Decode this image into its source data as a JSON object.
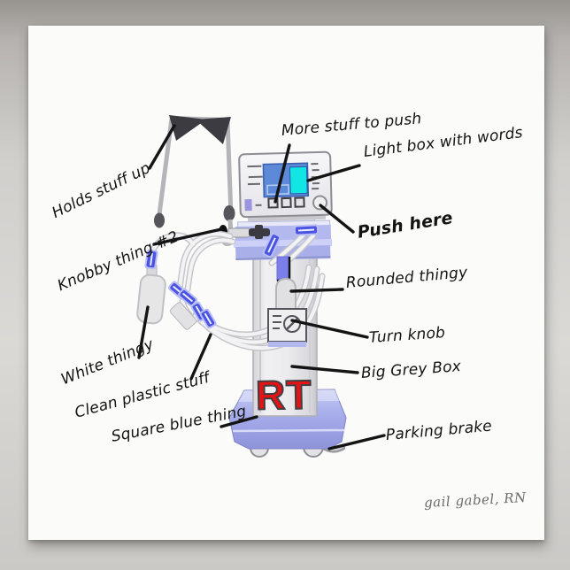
{
  "poster": {
    "labels": {
      "holds_stuff_up": "Holds stuff up",
      "knobby_thing": "Knobby thing #2",
      "more_stuff_to_push": "More stuff to push",
      "light_box": "Light box with words",
      "push_here": "Push here",
      "rounded_thingy": "Rounded thingy",
      "turn_knob": "Turn knob",
      "big_grey_box": "Big Grey Box",
      "white_thingy": "White thingy",
      "clean_plastic": "Clean plastic stuff",
      "square_blue_thing": "Square blue thing",
      "parking_brake": "Parking brake"
    },
    "machine": {
      "logo_text": "RT"
    },
    "signature": "gail gabel, RN",
    "colors": {
      "screen_blue": "#5c89d8",
      "screen_cyan": "#12e6e4",
      "connector_blue": "#4b53e2",
      "periwinkle": "#b3b9ef",
      "base_periwinkle": "#a3a9e6",
      "logo_red": "#e51313",
      "annotation_black": "#141414"
    }
  }
}
